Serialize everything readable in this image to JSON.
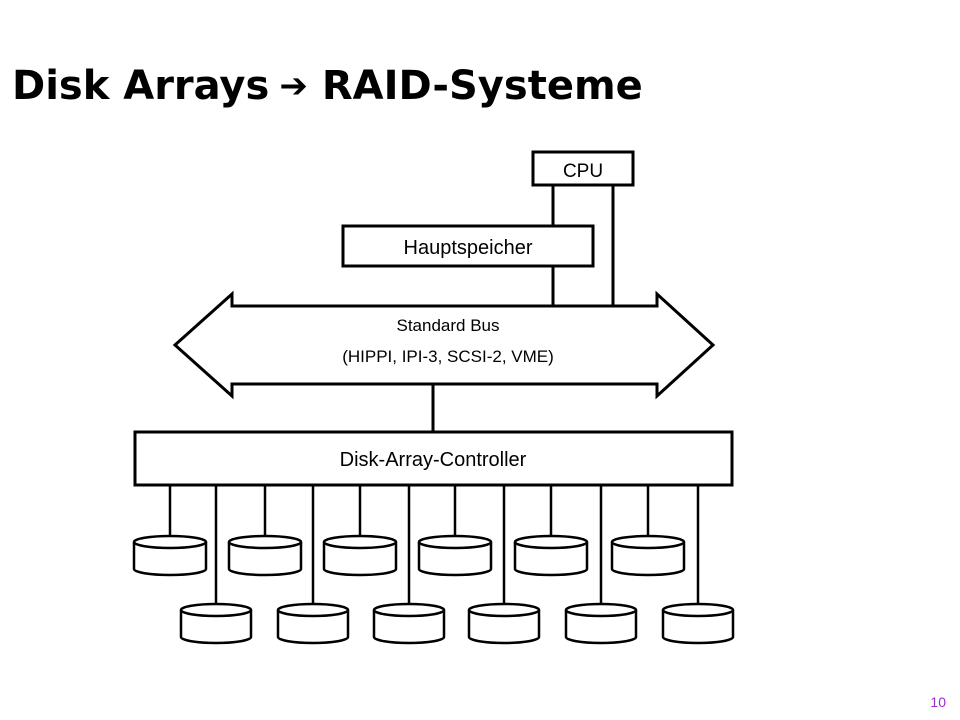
{
  "slide": {
    "title_left": "Disk Arrays",
    "title_arrow": "➔",
    "title_right": "RAID-Systeme",
    "page_number": "10"
  },
  "diagram": {
    "cpu_label": "CPU",
    "memory_label": "Hauptspeicher",
    "bus_label_line1": "Standard Bus",
    "bus_label_line2": "(HIPPI, IPI-3, SCSI-2, VME)",
    "controller_label": "Disk-Array-Controller",
    "disk_count_upper_row": 6,
    "disk_count_lower_row": 6
  }
}
